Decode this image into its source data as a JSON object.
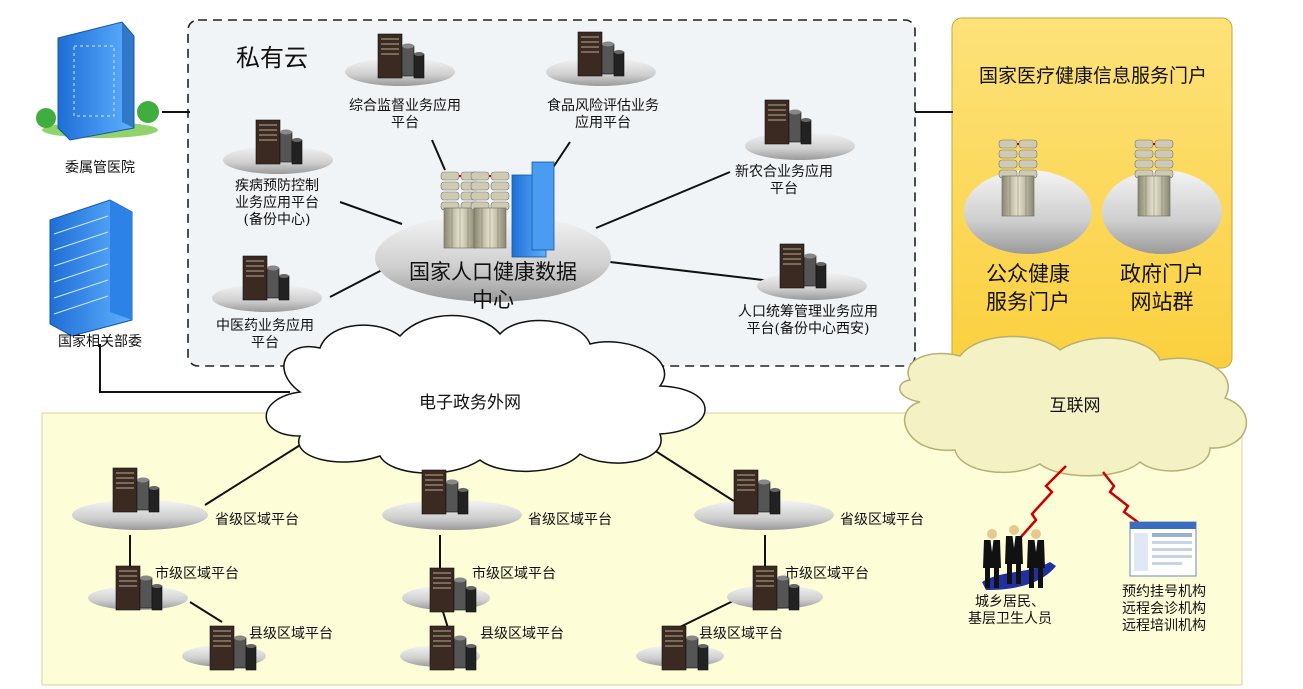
{
  "private_cloud": {
    "title": "私有云"
  },
  "data_center": {
    "line1": "国家人口健康数据",
    "line2": "中心"
  },
  "platforms": {
    "supervision": {
      "line1": "综合监督业务应用",
      "line2": "平台"
    },
    "food_risk": {
      "line1": "食品风险评估业务",
      "line2": "应用平台"
    },
    "disease": {
      "line1": "疾病预防控制",
      "line2": "业务应用平台",
      "line3": "(备份中心)"
    },
    "ncms": {
      "line1": "新农合业务应用",
      "line2": "平台"
    },
    "tcm": {
      "line1": "中医药业务应用",
      "line2": "平台"
    },
    "population": {
      "line1": "人口统筹管理业务应用",
      "line2": "平台(备份中心西安)"
    }
  },
  "left": {
    "hospital": "委属管医院",
    "ministries": "国家相关部委"
  },
  "portal": {
    "title": "国家医疗健康信息服务门户",
    "public": {
      "line1": "公众健康",
      "line2": "服务门户"
    },
    "gov": {
      "line1": "政府门户",
      "line2": "网站群"
    }
  },
  "networks": {
    "egov": "电子政务外网",
    "internet": "互联网"
  },
  "regional": {
    "province": "省级区域平台",
    "city": "市级区域平台",
    "county": "县级区域平台"
  },
  "users": {
    "line1": "城乡居民、",
    "line2": "基层卫生人员"
  },
  "institutions": {
    "line1": "预约挂号机构",
    "line2": "远程会诊机构",
    "line3": "远程培训机构"
  },
  "colors": {
    "portal_bg": "#fdd752",
    "regional_bg": "#fdfdd8",
    "cloud_box_bg": "#f1f4f7",
    "internet_cloud": "#f4f1c4",
    "link_red": "#cc0000"
  }
}
